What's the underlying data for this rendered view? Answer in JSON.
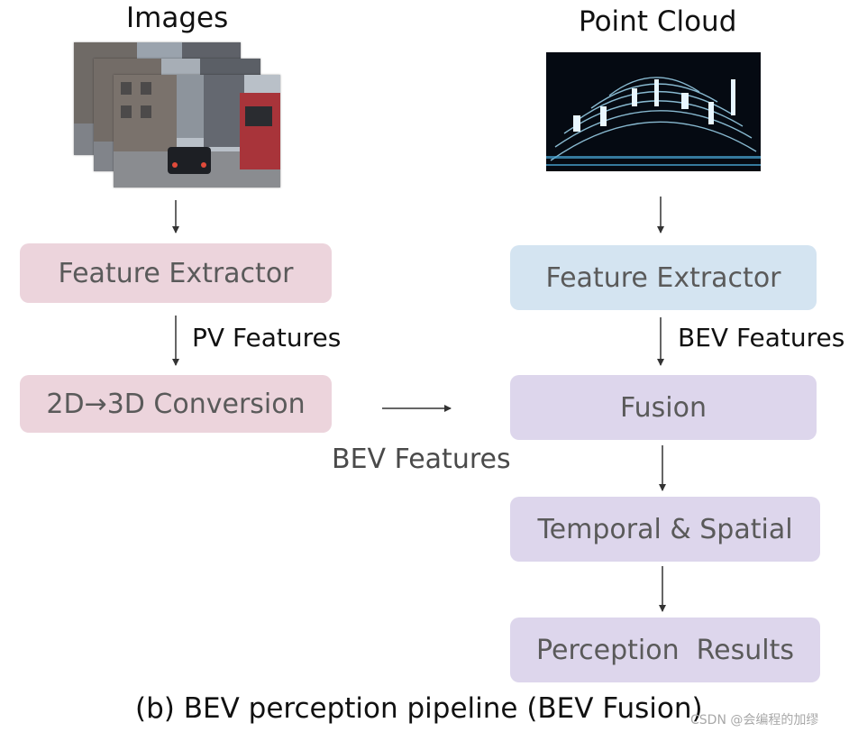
{
  "images_title": "Images",
  "pointcloud_title": "Point Cloud",
  "left": {
    "extractor": "Feature Extractor",
    "pv_label": "PV Features",
    "conversion": "2D→3D Conversion",
    "bev_label": "BEV Features"
  },
  "right": {
    "extractor": "Feature Extractor",
    "bev_label": "BEV Features",
    "fusion": "Fusion",
    "temporal": "Temporal & Spatial",
    "results": "Perception  Results"
  },
  "caption": "(b) BEV perception pipeline (BEV Fusion)",
  "watermark": "CSDN @会编程的加缪",
  "colors": {
    "left_box": "#ecd4dc",
    "camera_extractor": "#ecd4dc",
    "lidar_extractor": "#d4e4f1",
    "fusion_boxes": "#ddd6ec"
  }
}
